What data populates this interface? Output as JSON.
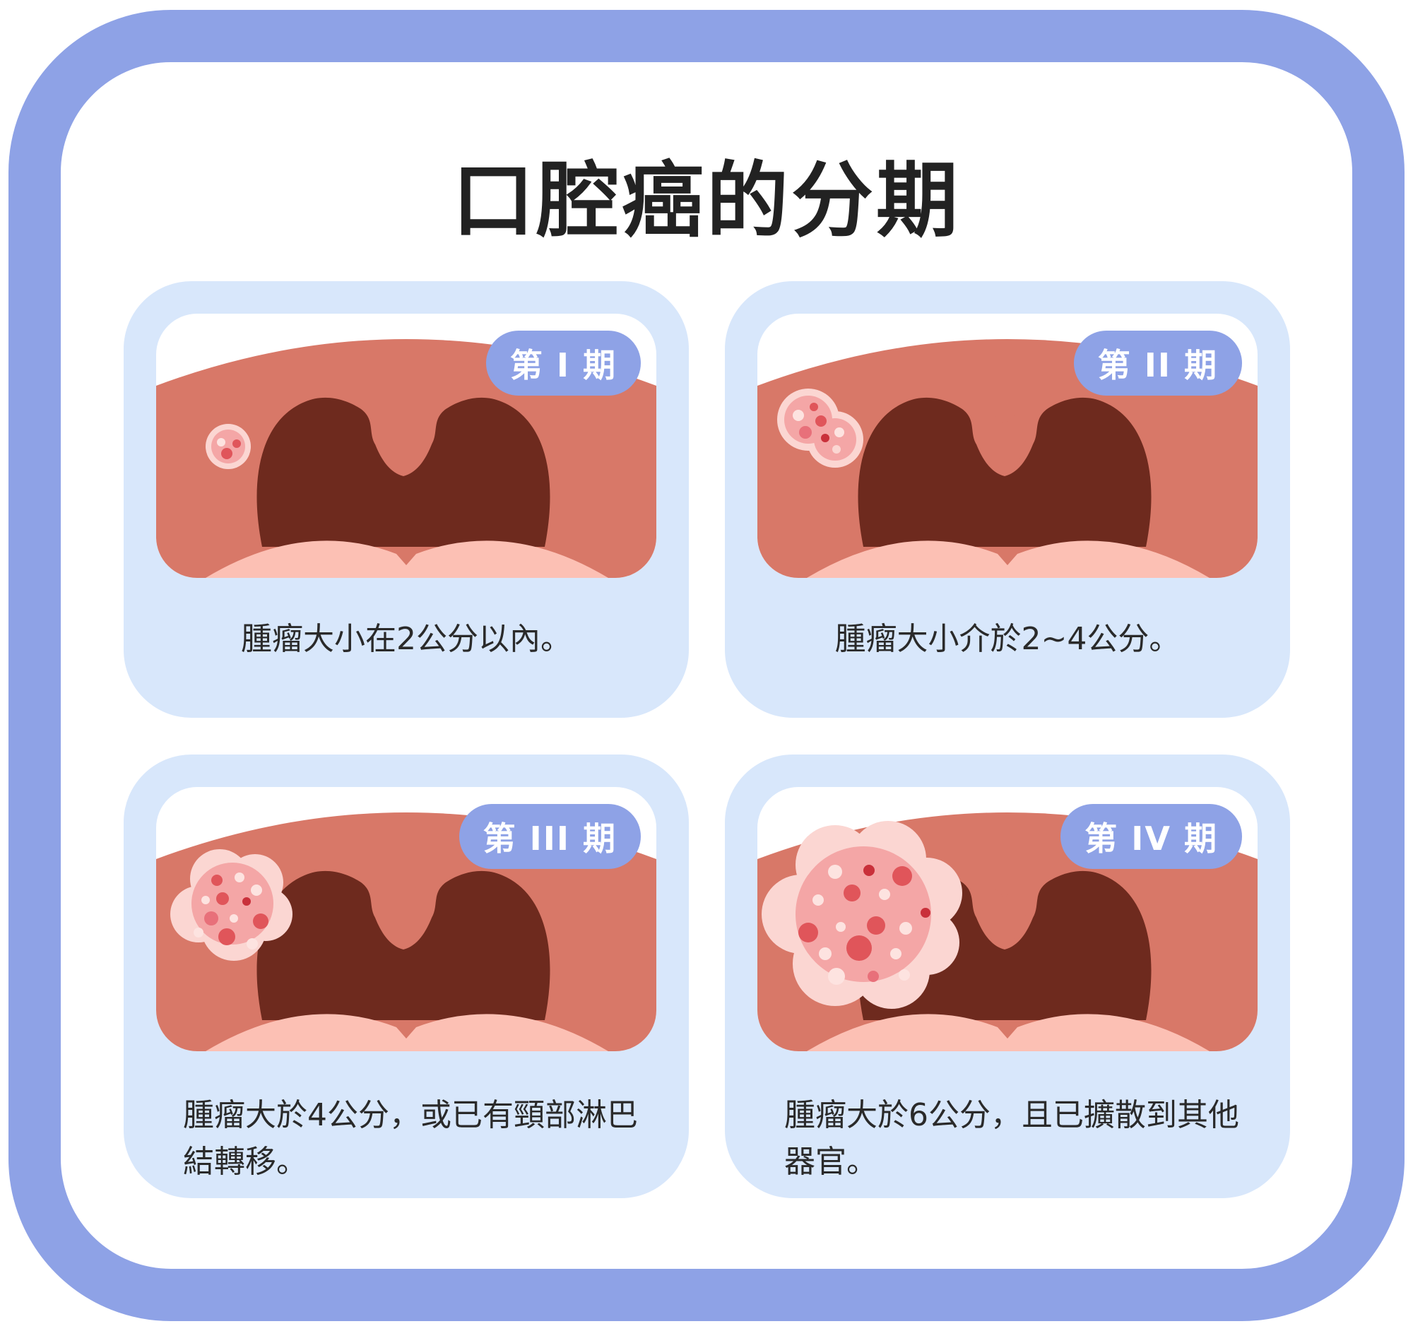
{
  "title": "口腔癌的分期",
  "colors": {
    "frame": "#8ea2e6",
    "card": "#d8e7fb",
    "palate": "#d87868",
    "throat": "#6e2a1e",
    "tongue": "#fcc0b4",
    "tumor": "#f4a6a6",
    "tumor_spot": "#e0555a"
  },
  "stages": [
    {
      "badge": "第 I 期",
      "description": "腫瘤大小在2公分以內。",
      "tumor": "small"
    },
    {
      "badge": "第 II 期",
      "description": "腫瘤大小介於2~4公分。",
      "tumor": "medium"
    },
    {
      "badge": "第 III 期",
      "description": "腫瘤大於4公分，或已有頸部淋巴結轉移。",
      "tumor": "large"
    },
    {
      "badge": "第 IV 期",
      "description": "腫瘤大於6公分，且已擴散到其他器官。",
      "tumor": "very-large"
    }
  ]
}
